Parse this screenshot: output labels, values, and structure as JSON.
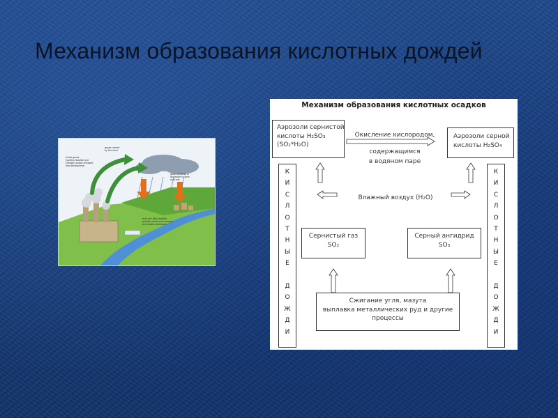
{
  "slide": {
    "title": "Механизм образования кислотных дождей"
  },
  "illustration": {
    "labels": [
      "acidic gases",
      "(sulphur dioxide and",
      "nitrogen oxides released",
      "into atmosphere)",
      "gases carried",
      "by the wind",
      "gases dissolve in",
      "rainwater to form",
      "acid rain",
      "acid rain kills plantlife,",
      "pollutes rivers and streams,",
      "and erodes stonework"
    ]
  },
  "diagram": {
    "title": "Механизм образования кислотных осадков",
    "box_top_left": [
      "Аэрозоли сернистой",
      "кислоты H₂SO₃",
      "(SO₂*H₂O)"
    ],
    "oxidation_text": [
      "Окисление кислородом,",
      "содержащимся",
      "в водяном паре"
    ],
    "box_top_right": [
      "Аэрозоли серной",
      "кислоты H₂SO₄"
    ],
    "humid_air": "Влажный воздух (H₂O)",
    "box_mid_left": [
      "Сернистый газ",
      "SO₂"
    ],
    "box_mid_right": [
      "Серный ангидрид",
      "SO₃"
    ],
    "box_bottom": [
      "Сжигание угля, мазута",
      "выплавка металлических руд и другие",
      "процессы"
    ],
    "left_column_letters": [
      "К",
      "И",
      "С",
      "Л",
      "О",
      "Т",
      "Н",
      "Ы",
      "Е",
      "",
      "Д",
      "О",
      "Ж",
      "Д",
      "И"
    ],
    "right_column_letters": [
      "К",
      "И",
      "С",
      "Л",
      "О",
      "Т",
      "Н",
      "Ы",
      "Е",
      "",
      "Д",
      "О",
      "Ж",
      "Д",
      "И"
    ]
  }
}
